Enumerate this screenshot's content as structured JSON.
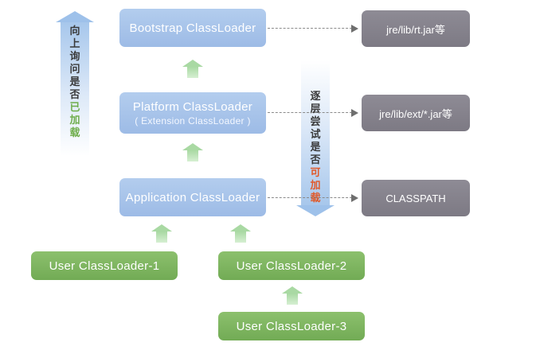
{
  "loaders": {
    "bootstrap": "Bootstrap ClassLoader",
    "platform": "Platform ClassLoader",
    "platform_sub": "( Extension ClassLoader )",
    "application": "Application ClassLoader",
    "user1": "User ClassLoader-1",
    "user2": "User ClassLoader-2",
    "user3": "User ClassLoader-3"
  },
  "paths": {
    "bootstrap": "jre/lib/rt.jar等",
    "platform": "jre/lib/ext/*.jar等",
    "application": "CLASSPATH"
  },
  "side_labels": {
    "up_text": "向上询问是否",
    "up_highlight": "已加载",
    "down_text": "逐层尝试是否",
    "down_highlight": "可加载"
  },
  "colors": {
    "loader_box": "#a7c4ec",
    "path_box": "#85828c",
    "user_box": "#7fb661",
    "arrow_green": "#a9d9a3",
    "highlight_green": "#6fae4c",
    "highlight_red": "#e05a2b"
  }
}
